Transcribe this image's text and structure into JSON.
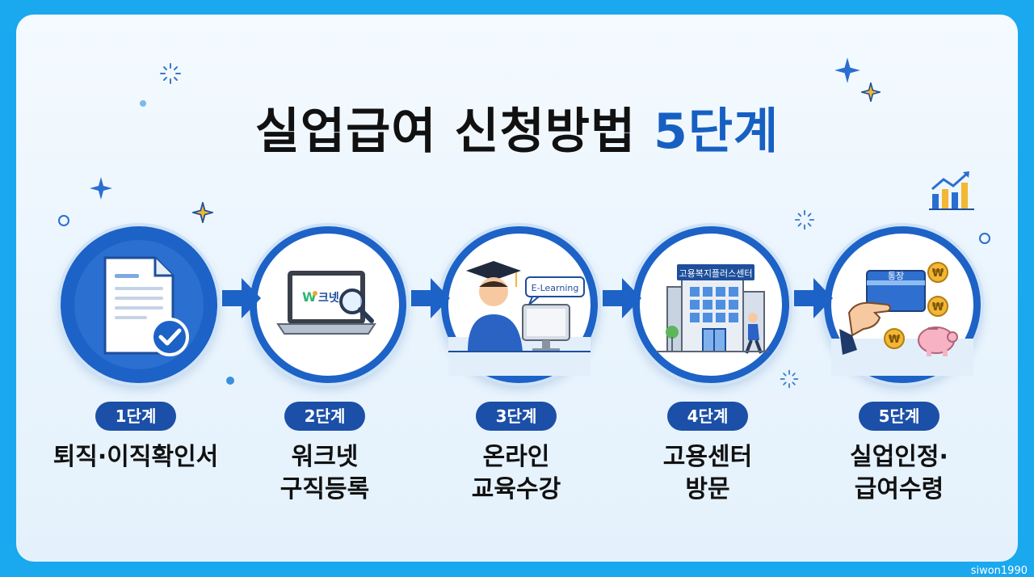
{
  "title": {
    "main": "실업급여 신청방법",
    "accent": "5단계"
  },
  "steps": [
    {
      "badge": "1단계",
      "line1": "퇴직·이직확인서",
      "line2": ""
    },
    {
      "badge": "2단계",
      "line1": "워크넷",
      "line2": "구직등록"
    },
    {
      "badge": "3단계",
      "line1": "온라인",
      "line2": "교육수강"
    },
    {
      "badge": "4단계",
      "line1": "고용센터",
      "line2": "방문"
    },
    {
      "badge": "5단계",
      "line1": "실업인정·",
      "line2": "급여수령"
    }
  ],
  "icon_text": {
    "worknet": "크넷",
    "elearning": "E-Learning",
    "center_sign": "고용복지플러스센터",
    "bankbook": "통장",
    "won": "₩"
  },
  "watermark": "siwon1990",
  "colors": {
    "frame": "#1aa8ee",
    "primary": "#1d62c6",
    "badge": "#1b4fa8",
    "accent_text": "#1660c2"
  }
}
